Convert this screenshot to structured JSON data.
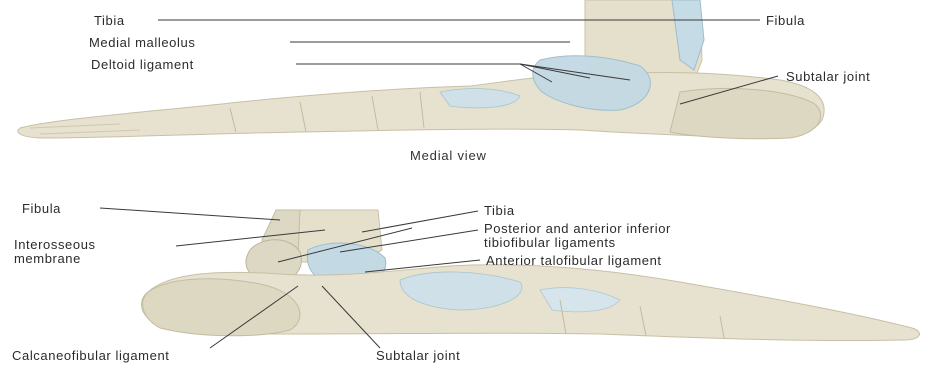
{
  "medial_view": {
    "caption": "Medial view",
    "labels": {
      "tibia": "Tibia",
      "fibula": "Fibula",
      "medial_malleolus": "Medial malleolus",
      "deltoid_ligament": "Deltoid ligament",
      "subtalar_joint": "Subtalar joint"
    }
  },
  "lateral_view": {
    "labels": {
      "fibula": "Fibula",
      "interosseous_membrane_1": "Interosseous",
      "interosseous_membrane_2": "membrane",
      "tibia": "Tibia",
      "tibiofibular_1": "Posterior and anterior inferior",
      "tibiofibular_2": "tibiofibular ligaments",
      "anterior_talofibular": "Anterior talofibular ligament",
      "calcaneofibular": "Calcaneofibular ligament",
      "subtalar_joint": "Subtalar joint"
    }
  },
  "colors": {
    "bone": "#e6e2cf",
    "bone_shade": "#cfc9b2",
    "ligament": "#b9d4e2",
    "leader_line": "#3a3a3a"
  }
}
